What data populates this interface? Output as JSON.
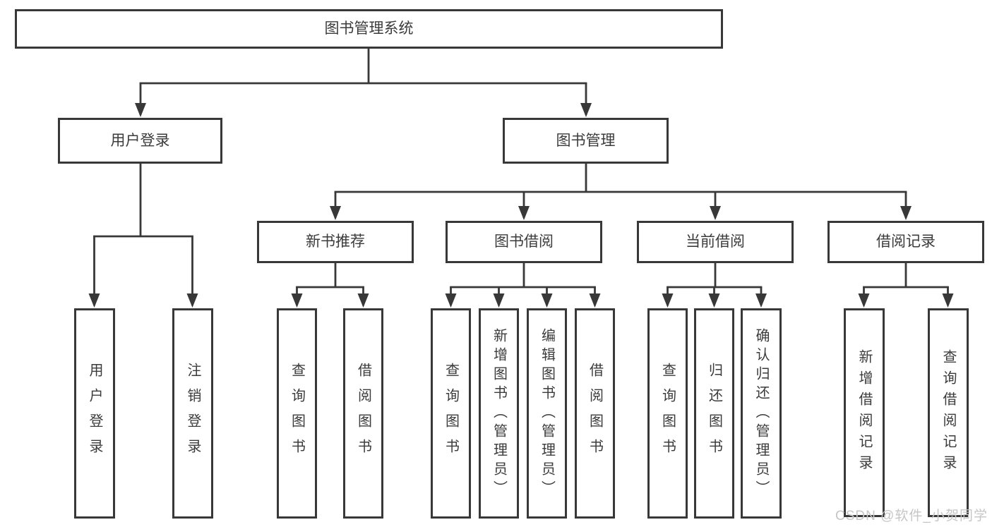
{
  "colors": {
    "line": "#383838",
    "text": "#3b3b3b",
    "watermark": "#c6c6c6",
    "background": "#ffffff"
  },
  "watermark": {
    "text": "CSDN @软件_小贺同学"
  },
  "tree": {
    "label": "图书管理系统",
    "children": [
      {
        "label": "用户登录",
        "children": [
          {
            "label": "用户登录"
          },
          {
            "label": "注销登录"
          }
        ]
      },
      {
        "label": "图书管理",
        "children": [
          {
            "label": "新书推荐",
            "children": [
              {
                "label": "查询图书"
              },
              {
                "label": "借阅图书"
              }
            ]
          },
          {
            "label": "图书借阅",
            "children": [
              {
                "label": "查询图书"
              },
              {
                "label": "新增图书（管理员）"
              },
              {
                "label": "编辑图书（管理员）"
              },
              {
                "label": "借阅图书"
              }
            ]
          },
          {
            "label": "当前借阅",
            "children": [
              {
                "label": "查询图书"
              },
              {
                "label": "归还图书"
              },
              {
                "label": "确认归还（管理员）"
              }
            ]
          },
          {
            "label": "借阅记录",
            "children": [
              {
                "label": "新增借阅记录"
              },
              {
                "label": "查询借阅记录"
              }
            ]
          }
        ]
      }
    ]
  }
}
